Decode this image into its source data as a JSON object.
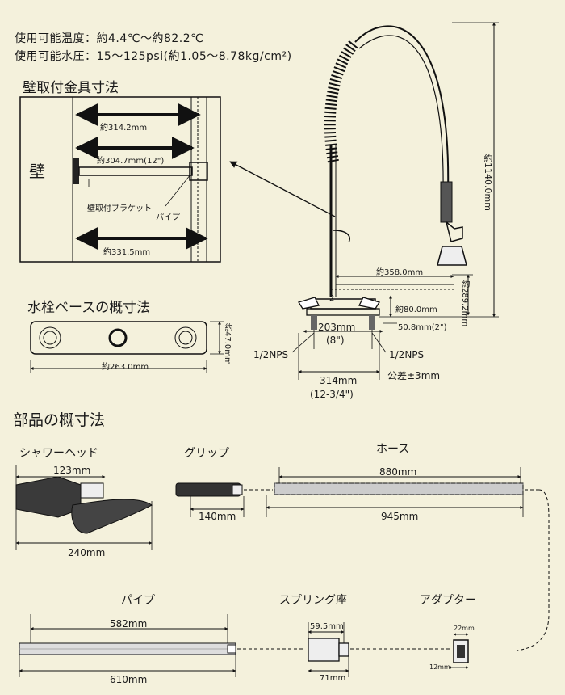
{
  "specs": {
    "temp_line": "使用可能温度：約4.4℃～約82.2℃",
    "pressure_line": "使用可能水圧：15～125psi(約1.05～8.78kg/cm²)"
  },
  "wall_bracket": {
    "title": "壁取付金具寸法",
    "wall_label": "壁",
    "dim_top": "約314.2mm",
    "dim_pipe": "約304.7mm(12\")",
    "dim_bottom": "約331.5mm",
    "bracket_label": "壁取付ブラケット",
    "pipe_label": "パイプ"
  },
  "base": {
    "title": "水栓ベースの概寸法",
    "width": "約263.0mm",
    "height": "約47.0mm"
  },
  "faucet": {
    "height_total": "約1140.0mm",
    "reach": "約358.0mm",
    "spout_height": "約289.2mm",
    "deck_height": "約80.0mm",
    "center_mm": "203mm",
    "center_in": "(8\")",
    "nps_left": "1/2NPS",
    "nps_right": "1/2NPS",
    "overall_mm": "314mm",
    "overall_in": "(12-3/4\")",
    "tolerance": "公差±3mm",
    "base_depth": "50.8mm(2\")",
    "label_2": "2"
  },
  "parts": {
    "title": "部品の概寸法",
    "shower_head": {
      "name": "シャワーヘッド",
      "dim_a": "123mm",
      "dim_b": "240mm"
    },
    "grip": {
      "name": "グリップ",
      "dim": "140mm"
    },
    "hose": {
      "name": "ホース",
      "dim_a": "880mm",
      "dim_b": "945mm"
    },
    "pipe": {
      "name": "パイプ",
      "dim_a": "582mm",
      "dim_b": "610mm"
    },
    "spring_seat": {
      "name": "スプリング座",
      "dim_a": "59.5mm",
      "dim_b": "71mm"
    },
    "adapter": {
      "name": "アダプター",
      "dim_a": "22mm",
      "dim_b": "12mm"
    }
  }
}
